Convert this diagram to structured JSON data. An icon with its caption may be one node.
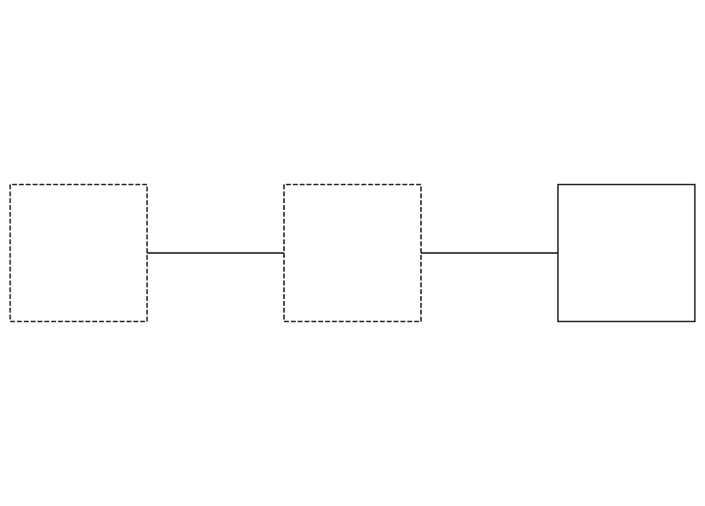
{
  "diagram": {
    "nodes": [
      {
        "text": [],
        "shape": "box"
      },
      {
        "text": [],
        "shape": "box"
      },
      {
        "text": [],
        "shape": "box"
      }
    ],
    "edges": [
      {
        "from": 0,
        "to": 1,
        "arrow": "none"
      },
      {
        "from": 1,
        "to": 2,
        "arrow": "none"
      }
    ]
  }
}
